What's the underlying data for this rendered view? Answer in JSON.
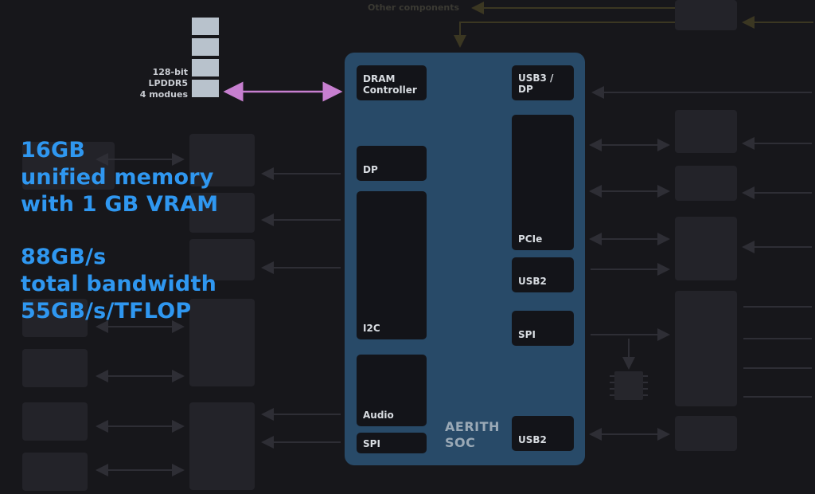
{
  "memory": {
    "chips_count": 4,
    "label_lines": [
      "128-bit",
      "LPDDR5",
      "4 modues"
    ]
  },
  "specs": {
    "memory_lines": [
      "16GB",
      "unified memory",
      "with 1 GB VRAM"
    ],
    "bandwidth_lines": [
      "88GB/s",
      "total bandwidth",
      "55GB/s/TFLOP"
    ]
  },
  "soc": {
    "name_lines": [
      "AERITH",
      "SOC"
    ],
    "blocks": {
      "dram_controller": [
        "DRAM",
        "Controller"
      ],
      "dp": "DP",
      "i2c": "I2C",
      "audio": "Audio",
      "spi_left": "SPI",
      "usb3_dp": [
        "USB3 /",
        "DP"
      ],
      "pcie": "PCIe",
      "usb2_mid": "USB2",
      "spi_right": "SPI",
      "usb2_bottom": "USB2"
    }
  },
  "background": {
    "other_components": "Other components"
  },
  "colors": {
    "background": "#17171b",
    "soc_fill": "#284a68",
    "block_fill": "#131419",
    "accent_text": "#2f97f0",
    "memory_chip": "#b8c2cc",
    "memory_link_arrow": "#c77fd0"
  }
}
